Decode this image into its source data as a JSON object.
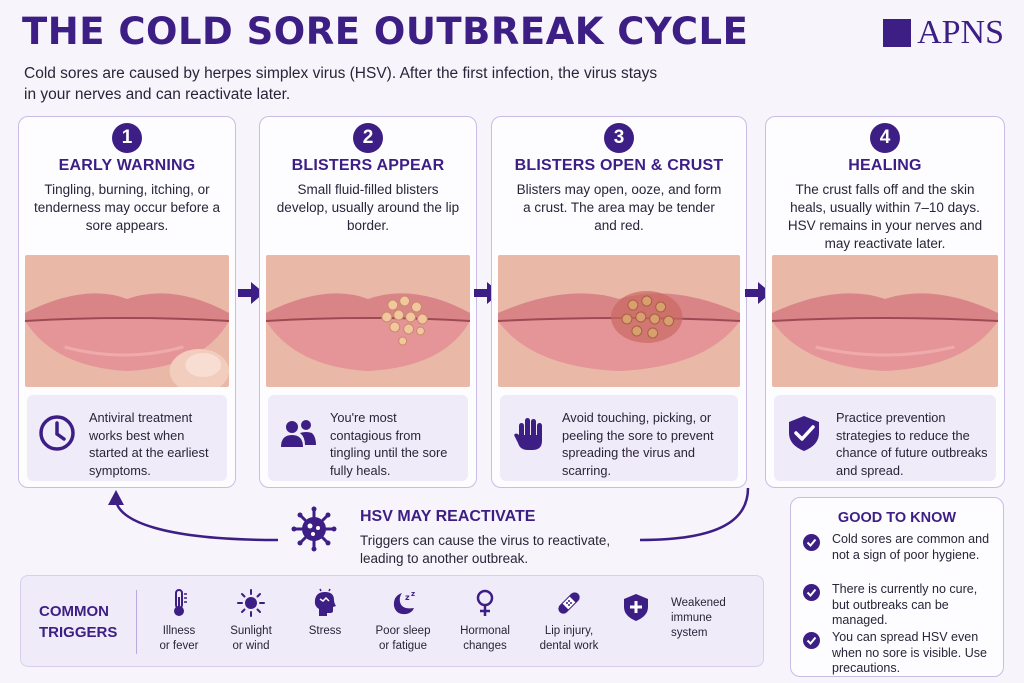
{
  "header": {
    "title": "THE COLD SORE OUTBREAK CYCLE",
    "logo_text": "APNS",
    "intro": "Cold sores are caused by herpes simplex virus (HSV). After the first infection, the virus stays in your nerves and can reactivate later."
  },
  "stages": [
    {
      "number": "1",
      "title": "EARLY WARNING",
      "description": "Tingling, burning, itching, or tenderness may occur before a sore appears.",
      "tip_icon": "clock-icon",
      "tip": "Antiviral treatment works best when started at the earliest symptoms."
    },
    {
      "number": "2",
      "title": "BLISTERS APPEAR",
      "description": "Small fluid-filled blisters develop, usually around the lip border.",
      "tip_icon": "people-icon",
      "tip": "You're most contagious from tingling until the sore fully heals."
    },
    {
      "number": "3",
      "title": "BLISTERS OPEN & CRUST",
      "description": "Blisters may open, ooze, and form a crust. The area may be tender and red.",
      "tip_icon": "hand-stop-icon",
      "tip": "Avoid touching, picking, or peeling the sore to prevent spreading the virus and scarring."
    },
    {
      "number": "4",
      "title": "HEALING",
      "description": "The crust falls off and the skin heals, usually within 7–10 days. HSV remains in your nerves and may reactivate later.",
      "tip_icon": "shield-check-icon",
      "tip": "Practice prevention strategies to reduce the chance of future outbreaks and spread."
    }
  ],
  "reactivate": {
    "icon": "virus-icon",
    "title": "HSV MAY REACTIVATE",
    "description": "Triggers can cause the virus to reactivate, leading to another outbreak."
  },
  "triggers": {
    "label_line1": "COMMON",
    "label_line2": "TRIGGERS",
    "items": [
      {
        "icon": "thermometer-icon",
        "line1": "Illness",
        "line2": "or fever"
      },
      {
        "icon": "sun-icon",
        "line1": "Sunlight",
        "line2": "or wind"
      },
      {
        "icon": "stress-head-icon",
        "line1": "Stress",
        "line2": ""
      },
      {
        "icon": "moon-sleep-icon",
        "line1": "Poor sleep",
        "line2": "or fatigue"
      },
      {
        "icon": "female-symbol-icon",
        "line1": "Hormonal",
        "line2": "changes"
      },
      {
        "icon": "bandage-icon",
        "line1": "Lip injury,",
        "line2": "dental work"
      },
      {
        "icon": "shield-plus-icon",
        "line1": "Weakened",
        "line2": "immune",
        "line3": "system"
      }
    ]
  },
  "good_to_know": {
    "title": "GOOD TO KNOW",
    "items": [
      "Cold sores are common and not a sign of poor hygiene.",
      "There is currently no cure, but outbreaks can be managed.",
      "You can spread HSV even when no sore is visible. Use precautions."
    ]
  },
  "colors": {
    "primary": "#3d1e85",
    "card_border": "#c9bde6",
    "tip_bg": "#efebf9",
    "background": "#f7f5fb"
  }
}
